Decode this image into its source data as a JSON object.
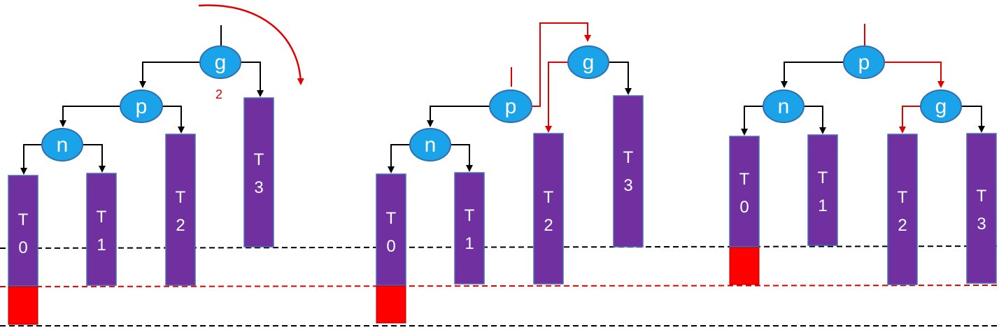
{
  "colors": {
    "node_fill": "#1aa3e8",
    "node_stroke": "#2f6fb0",
    "subtree_fill": "#7030a0",
    "subtree_stroke": "#4a6fb5",
    "overflow_fill": "#ff0000",
    "black_edge": "#000000",
    "red_edge": "#e00000"
  },
  "panels": [
    {
      "name": "before-rotation",
      "nodes": [
        {
          "id": "g",
          "label": "g"
        },
        {
          "id": "p",
          "label": "p"
        },
        {
          "id": "n",
          "label": "n"
        }
      ],
      "balance_label": "2",
      "subtrees": [
        {
          "id": "T0",
          "lines": [
            "T",
            "0"
          ],
          "overflow": true
        },
        {
          "id": "T1",
          "lines": [
            "T",
            "1"
          ],
          "overflow": false
        },
        {
          "id": "T2",
          "lines": [
            "T",
            "2"
          ],
          "overflow": false
        },
        {
          "id": "T3",
          "lines": [
            "T",
            "3"
          ],
          "overflow": false
        }
      ],
      "rotation_arrow": "clockwise"
    },
    {
      "name": "during-rotation",
      "nodes": [
        {
          "id": "g",
          "label": "g"
        },
        {
          "id": "p",
          "label": "p"
        },
        {
          "id": "n",
          "label": "n"
        }
      ],
      "subtrees": [
        {
          "id": "T0",
          "lines": [
            "T",
            "0"
          ],
          "overflow": true
        },
        {
          "id": "T1",
          "lines": [
            "T",
            "1"
          ],
          "overflow": false
        },
        {
          "id": "T2",
          "lines": [
            "T",
            "2"
          ],
          "overflow": false
        },
        {
          "id": "T3",
          "lines": [
            "T",
            "3"
          ],
          "overflow": false
        }
      ]
    },
    {
      "name": "after-rotation",
      "nodes": [
        {
          "id": "p",
          "label": "p"
        },
        {
          "id": "n",
          "label": "n"
        },
        {
          "id": "g",
          "label": "g"
        }
      ],
      "subtrees": [
        {
          "id": "T0",
          "lines": [
            "T",
            "0"
          ],
          "overflow": true
        },
        {
          "id": "T1",
          "lines": [
            "T",
            "1"
          ],
          "overflow": false
        },
        {
          "id": "T2",
          "lines": [
            "T",
            "2"
          ],
          "overflow": false
        },
        {
          "id": "T3",
          "lines": [
            "T",
            "3"
          ],
          "overflow": false
        }
      ]
    }
  ]
}
